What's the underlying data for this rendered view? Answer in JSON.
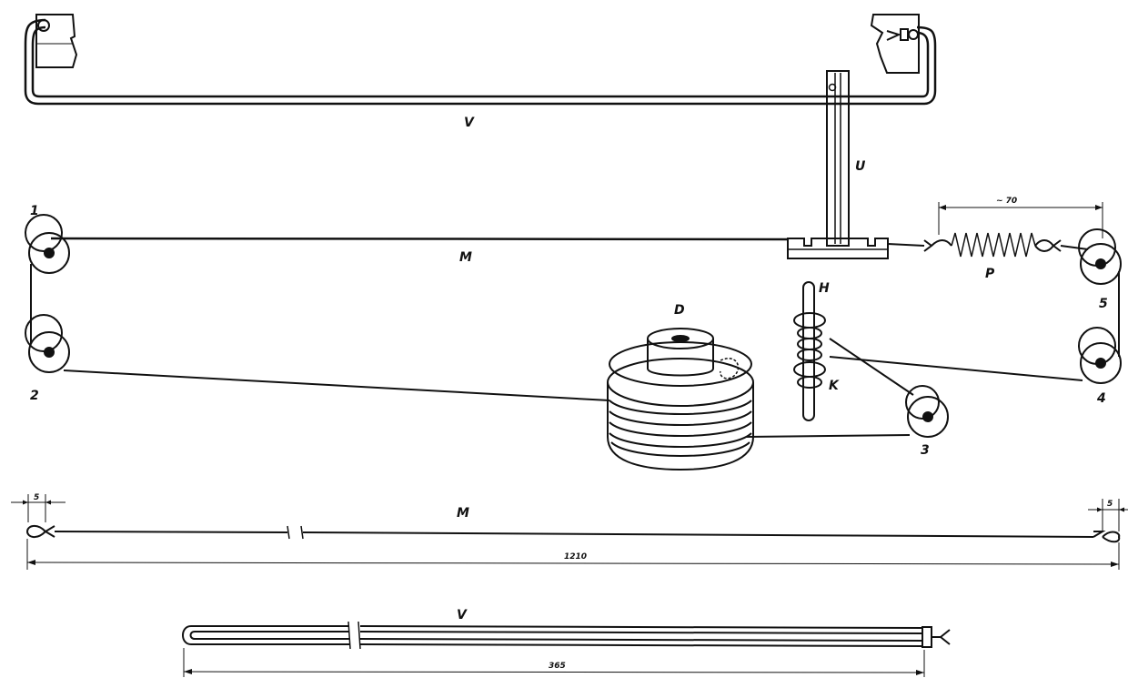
{
  "labels": {
    "V": "V",
    "U": "U",
    "M": "M",
    "P": "P",
    "D": "D",
    "H": "H",
    "K": "K",
    "pulley_1": "1",
    "pulley_2": "2",
    "pulley_3": "3",
    "pulley_4": "4",
    "pulley_5": "5",
    "cord_M": "M",
    "bar_V": "V"
  },
  "dimensions": {
    "spring_length": "~ 70",
    "cord_loop_left": "5",
    "cord_loop_right": "5",
    "cord_length": "1210",
    "bar_length": "365"
  }
}
